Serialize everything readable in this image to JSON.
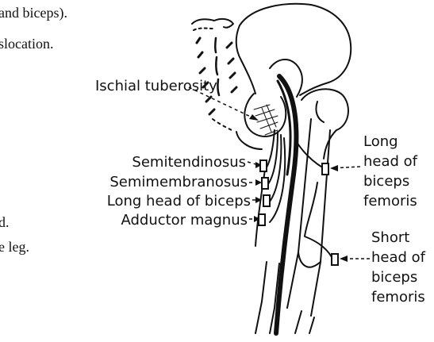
{
  "body_text": {
    "line1": "and biceps).",
    "line2": "slocation.",
    "line3": "d.",
    "line4": "e leg."
  },
  "labels": {
    "ischial_tuberosity": "Ischial tuberosity",
    "semitendinosus": "Semitendinosus",
    "semimembranosus": "Semimembranosus",
    "long_head_of_biceps": "Long head of biceps",
    "adductor_magnus": "Adductor magnus",
    "long_head_right": [
      "Long",
      "head of",
      "biceps",
      "femoris"
    ],
    "short_head_right": [
      "Short",
      "head of",
      "biceps",
      "femoris"
    ]
  }
}
